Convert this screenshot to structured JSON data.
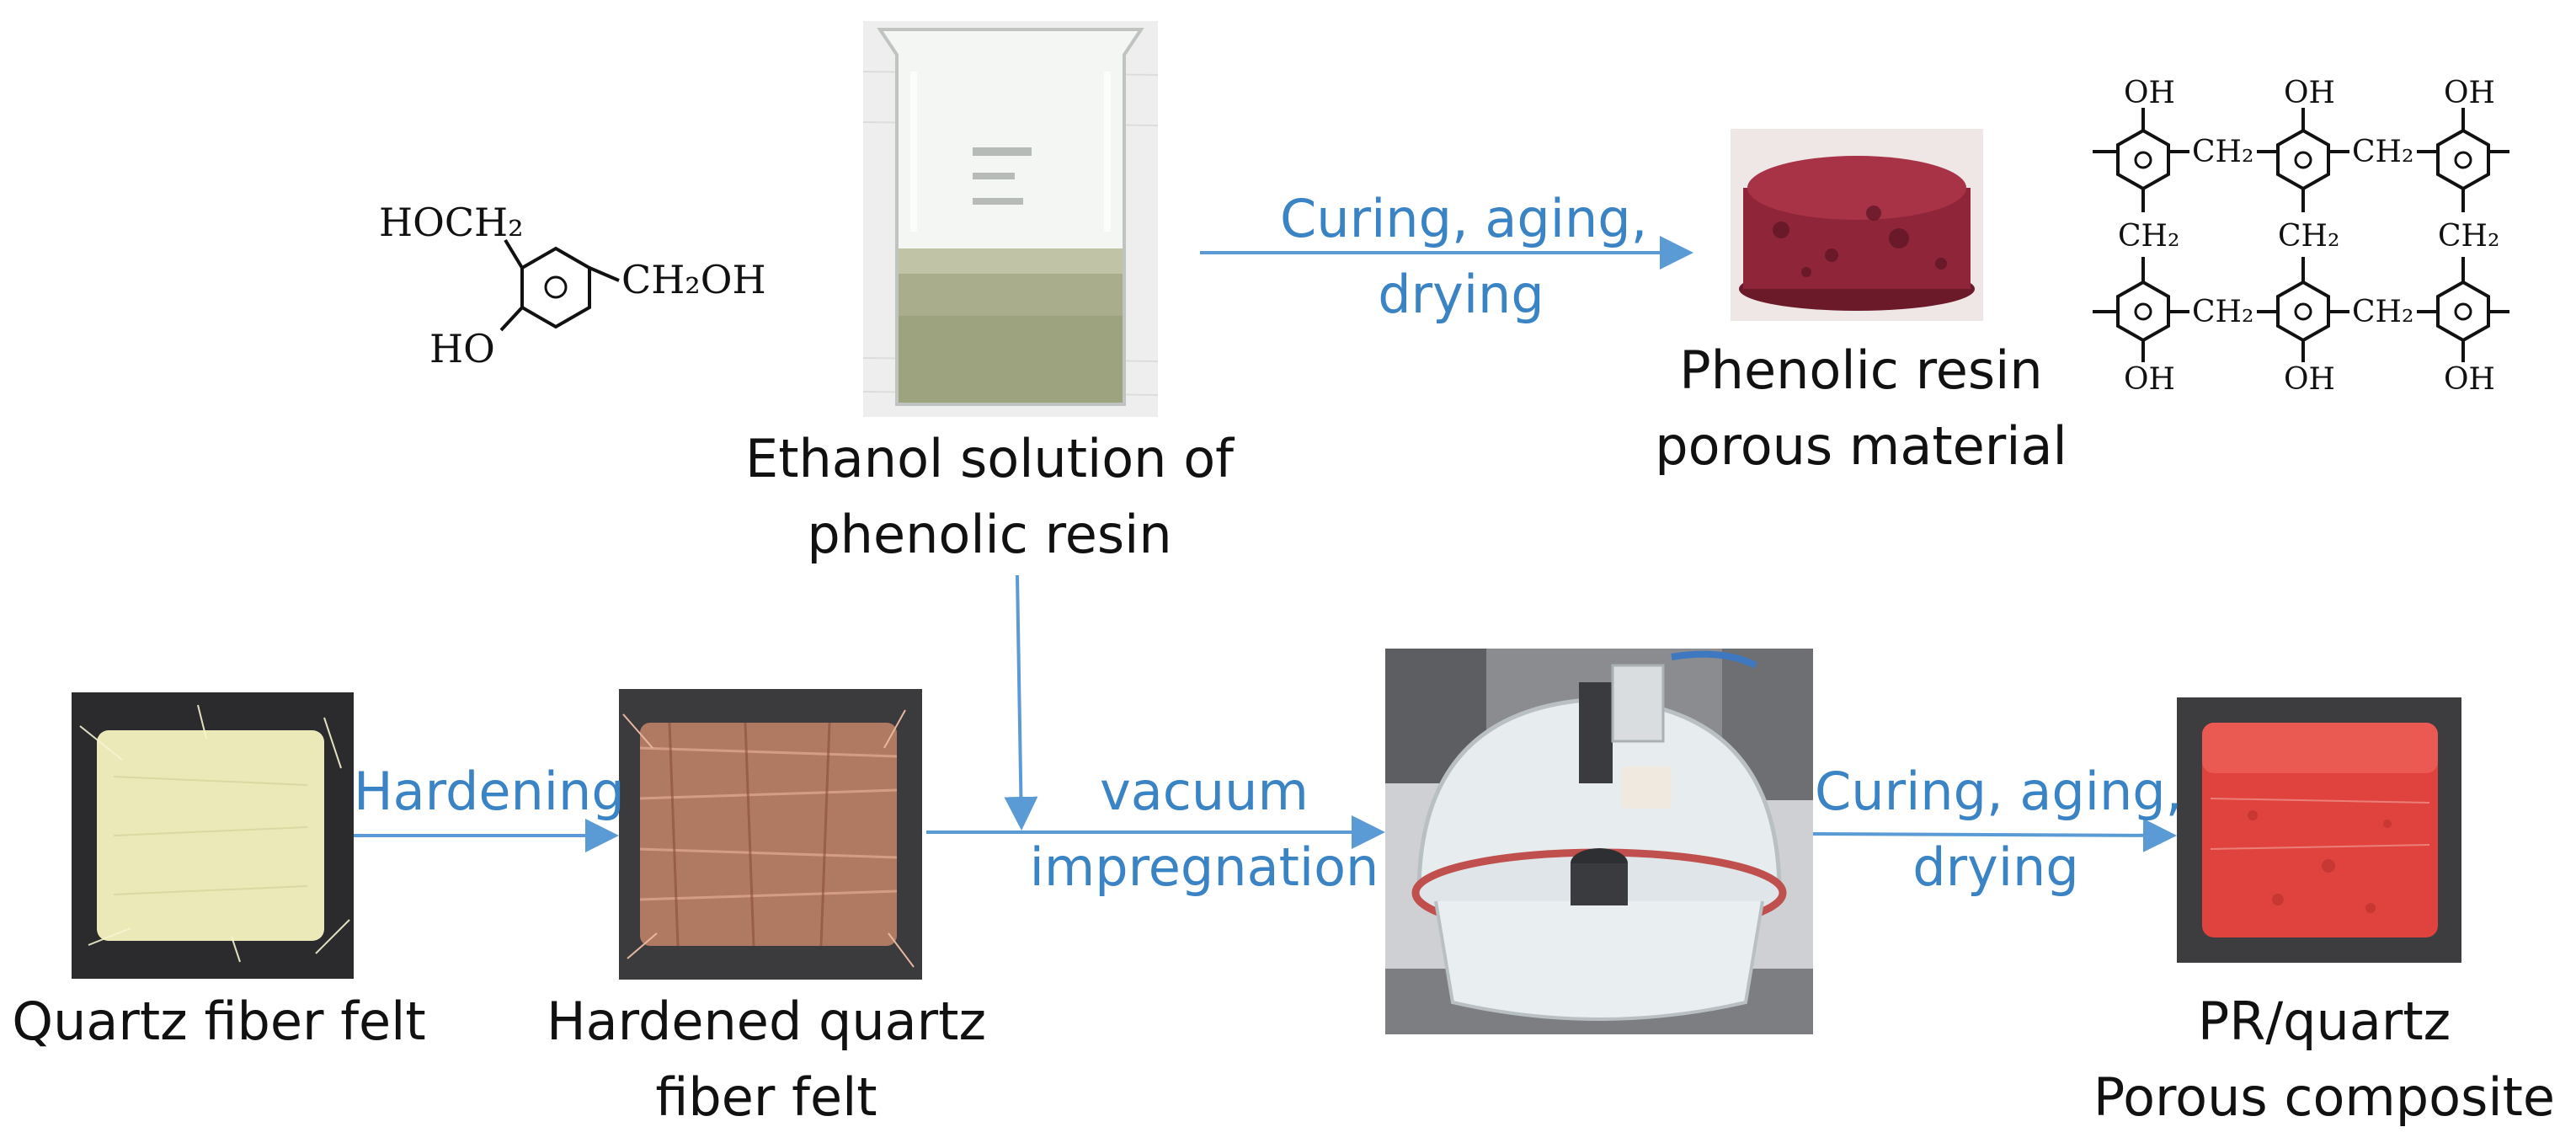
{
  "colors": {
    "arrow": "#5b9bd5",
    "step_text": "#3a83c4",
    "label_text": "#111111"
  },
  "monomer": {
    "hoch2": "HOCH₂",
    "ch2oh": "CH₂OH",
    "ho": "HO"
  },
  "polymer": {
    "oh": "OH",
    "ch2": "CH₂"
  },
  "photos": {
    "beaker": "beaker-photo",
    "phenolic_porous": "phenolic-resin-porous-photo",
    "quartz_felt": "quartz-fiber-felt-photo",
    "hardened_felt": "hardened-felt-photo",
    "vacuum_chamber": "vacuum-desiccator-photo",
    "composite": "pr-quartz-composite-photo"
  },
  "labels": {
    "ethanol_solution": [
      "Ethanol solution of",
      "phenolic resin"
    ],
    "phenolic_porous": [
      "Phenolic resin",
      "porous material"
    ],
    "quartz_felt": [
      "Quartz fiber felt"
    ],
    "hardened_felt": [
      "Hardened quartz",
      "fiber felt"
    ],
    "composite": [
      "PR/quartz",
      "Porous composite"
    ]
  },
  "steps": {
    "curing_top": [
      "Curing, aging,",
      "drying"
    ],
    "hardening": [
      "Hardening"
    ],
    "vacuum": [
      "vacuum",
      "impregnation"
    ],
    "curing_bottom": [
      "Curing, aging,",
      "drying"
    ]
  }
}
